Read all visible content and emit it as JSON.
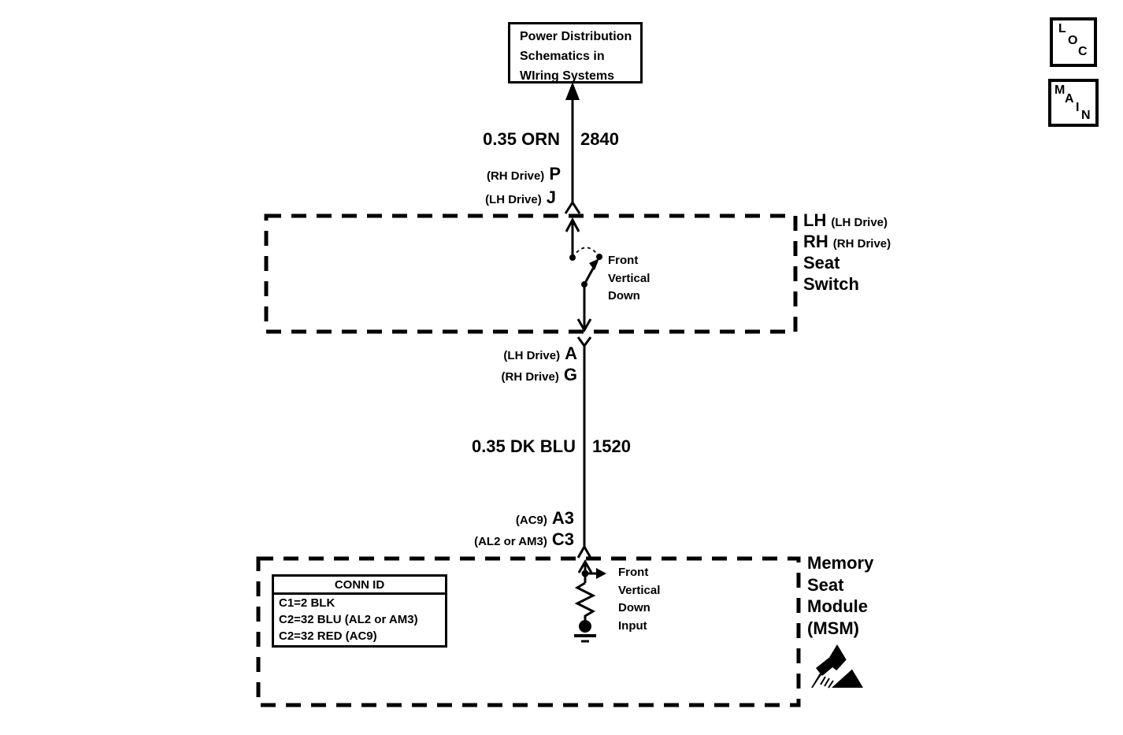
{
  "page": {
    "background": "#ffffff",
    "ink": "#000000"
  },
  "nav": {
    "loc_button": {
      "letters": [
        "L",
        "O",
        "C"
      ]
    },
    "main_button": {
      "letters": [
        "M",
        "A",
        "I",
        "N"
      ]
    }
  },
  "reference_box": {
    "lines": [
      "Power Distribution",
      "Schematics in",
      "WIring Systems"
    ]
  },
  "wires": {
    "top": {
      "label": "0.35 ORN",
      "circuit": "2840"
    },
    "mid": {
      "label": "0.35 DK BLU",
      "circuit": "1520"
    }
  },
  "pins": {
    "seat_switch_top": [
      {
        "qualifier": "(RH Drive)",
        "pin": "P"
      },
      {
        "qualifier": "(LH Drive)",
        "pin": "J"
      }
    ],
    "seat_switch_bottom": [
      {
        "qualifier": "(LH Drive)",
        "pin": "A"
      },
      {
        "qualifier": "(RH Drive)",
        "pin": "G"
      }
    ],
    "msm_top": [
      {
        "qualifier": "(AC9)",
        "pin": "A3"
      },
      {
        "qualifier": "(AL2 or AM3)",
        "pin": "C3"
      }
    ]
  },
  "seat_switch": {
    "title": [
      {
        "big": "LH",
        "small": "(LH Drive)"
      },
      {
        "big": "RH",
        "small": "(RH Drive)"
      },
      {
        "big": "Seat",
        "small": ""
      },
      {
        "big": "Switch",
        "small": ""
      }
    ],
    "contact_label": [
      "Front",
      "Vertical",
      "Down"
    ]
  },
  "msm": {
    "title": [
      "Memory",
      "Seat",
      "Module",
      "(MSM)"
    ],
    "input_label": [
      "Front",
      "Vertical",
      "Down",
      "Input"
    ],
    "conn_id": {
      "header": "CONN ID",
      "rows": [
        "C1=2 BLK",
        "C2=32 BLU (AL2 or AM3)",
        "C2=32 RED (AC9)"
      ]
    }
  }
}
